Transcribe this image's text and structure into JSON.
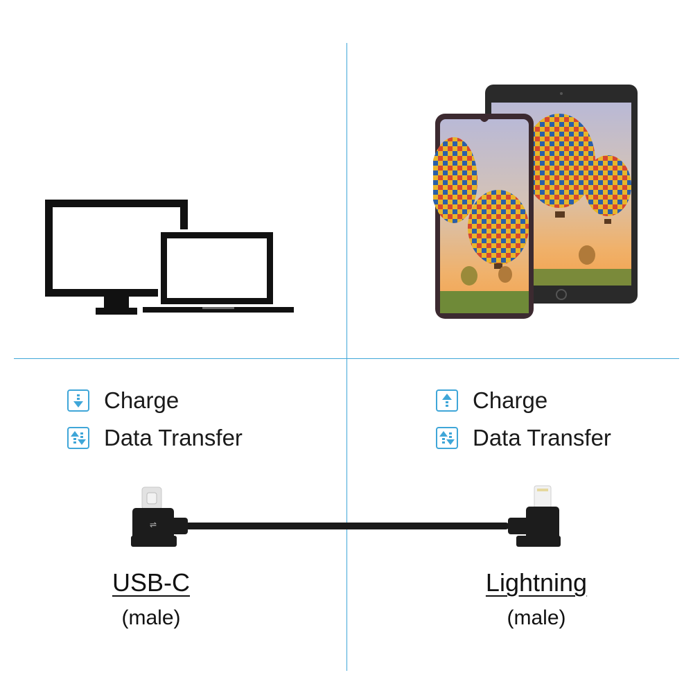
{
  "left_panel": {
    "features": [
      {
        "icon": "charge-down-icon",
        "label": "Charge"
      },
      {
        "icon": "data-transfer-icon",
        "label": "Data Transfer"
      }
    ],
    "connector": {
      "name": "USB-C",
      "gender": "(male)"
    }
  },
  "right_panel": {
    "features": [
      {
        "icon": "charge-up-icon",
        "label": "Charge"
      },
      {
        "icon": "data-transfer-icon",
        "label": "Data Transfer"
      }
    ],
    "connector": {
      "name": "Lightning",
      "gender": "(male)"
    }
  },
  "colors": {
    "accent": "#3fa6d8",
    "cable": "#1a1a1a"
  }
}
